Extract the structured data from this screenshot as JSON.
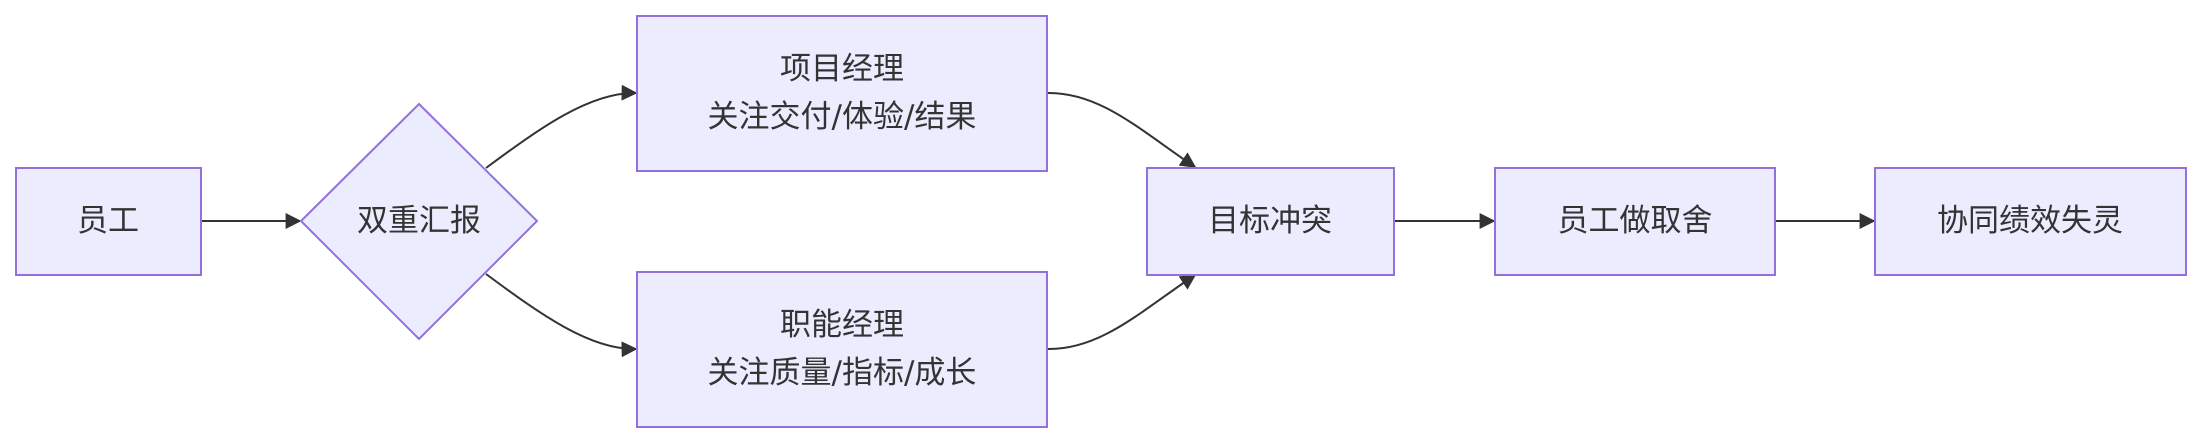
{
  "diagram": {
    "type": "flowchart",
    "direction": "left-to-right",
    "colors": {
      "node_fill": "#ECECFF",
      "node_stroke": "#9370DB",
      "edge": "#333333",
      "text": "#333333"
    },
    "nodes": {
      "employee": {
        "lines": [
          "员工"
        ]
      },
      "dual_reporting": {
        "lines": [
          "双重汇报"
        ],
        "shape": "diamond"
      },
      "project_manager": {
        "lines": [
          "项目经理",
          "关注交付/体验/结果"
        ]
      },
      "functional_manager": {
        "lines": [
          "职能经理",
          "关注质量/指标/成长"
        ]
      },
      "goal_conflict": {
        "lines": [
          "目标冲突"
        ]
      },
      "employee_tradeoff": {
        "lines": [
          "员工做取舍"
        ]
      },
      "collab_perf_failure": {
        "lines": [
          "协同绩效失灵"
        ]
      }
    },
    "edges": [
      {
        "from": "employee",
        "to": "dual_reporting"
      },
      {
        "from": "dual_reporting",
        "to": "project_manager"
      },
      {
        "from": "dual_reporting",
        "to": "functional_manager"
      },
      {
        "from": "project_manager",
        "to": "goal_conflict"
      },
      {
        "from": "functional_manager",
        "to": "goal_conflict"
      },
      {
        "from": "goal_conflict",
        "to": "employee_tradeoff"
      },
      {
        "from": "employee_tradeoff",
        "to": "collab_perf_failure"
      }
    ]
  }
}
